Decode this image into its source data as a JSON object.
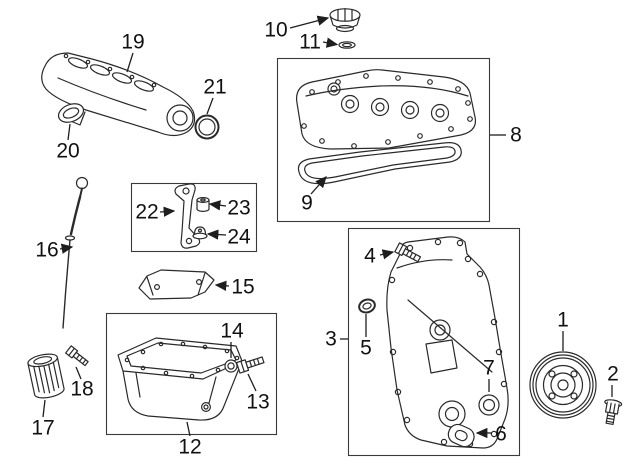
{
  "colors": {
    "background": "#ffffff",
    "line_art": "#2a2a2a",
    "callout_text": "#111111",
    "box_border": "#3a3a3a"
  },
  "callouts": {
    "n1": "1",
    "n2": "2",
    "n3": "3",
    "n4": "4",
    "n5": "5",
    "n6": "6",
    "n7": "7",
    "n8": "8",
    "n9": "9",
    "n10": "10",
    "n11": "11",
    "n12": "12",
    "n13": "13",
    "n14": "14",
    "n15": "15",
    "n16": "16",
    "n17": "17",
    "n18": "18",
    "n19": "19",
    "n20": "20",
    "n21": "21",
    "n22": "22",
    "n23": "23",
    "n24": "24"
  }
}
